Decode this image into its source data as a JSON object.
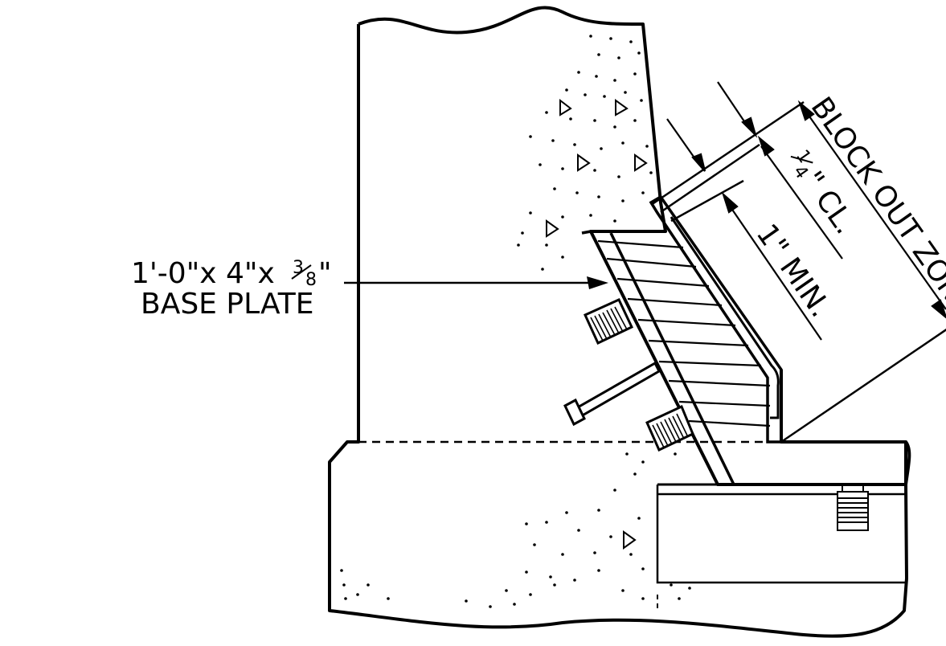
{
  "base_plate": {
    "size_text": "1'-0\"x 4\"x",
    "fraction_num": "3",
    "fraction_den": "8",
    "inch_mark": "\"",
    "label": "BASE PLATE"
  },
  "dim_clearance": {
    "fraction_num": "1",
    "fraction_den": "4",
    "text": "\" CL."
  },
  "dim_min": {
    "text": "1\" MIN."
  },
  "zone": {
    "text": "BLOCK OUT ZONE"
  }
}
